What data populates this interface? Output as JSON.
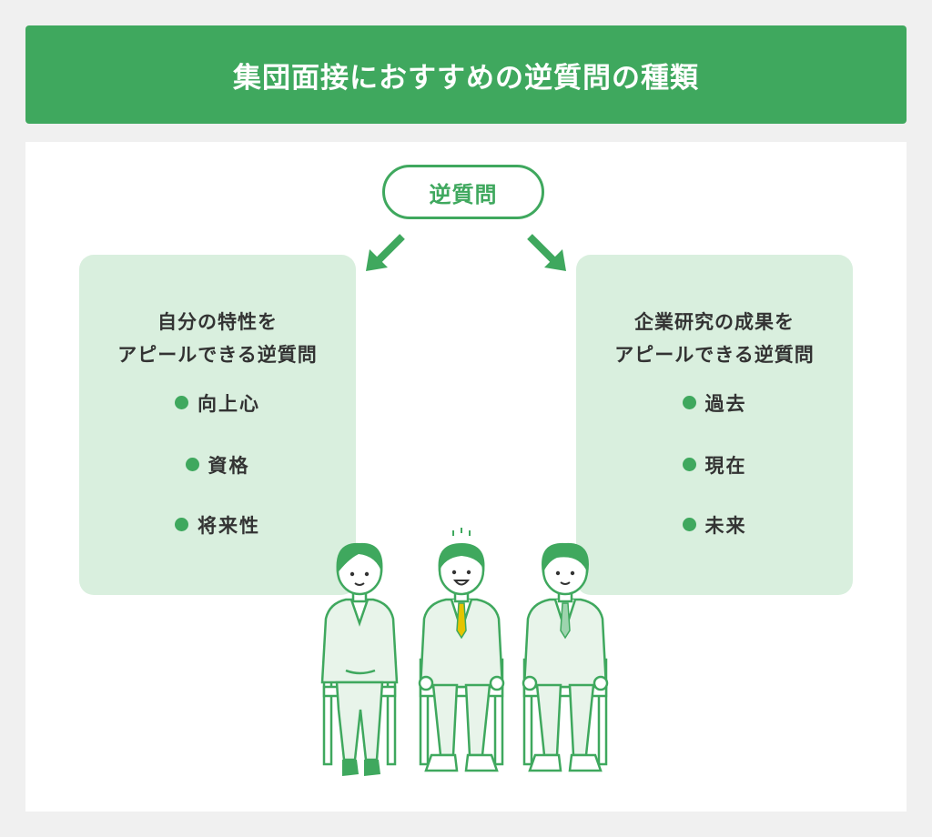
{
  "title": "集団面接におすすめの逆質問の種類",
  "root": {
    "label": "逆質問"
  },
  "left": {
    "title_lines": [
      "自分の特性を",
      "アピールできる逆質問"
    ],
    "items": [
      "向上心",
      "資格",
      "将来性"
    ]
  },
  "right": {
    "title_lines": [
      "企業研究の成果を",
      "アピールできる逆質問"
    ],
    "items": [
      "過去",
      "現在",
      "未来"
    ]
  },
  "colors": {
    "accent": "#3fa85e",
    "box_fill": "#d9efde",
    "text": "#333333",
    "background": "#f0f0f0"
  }
}
